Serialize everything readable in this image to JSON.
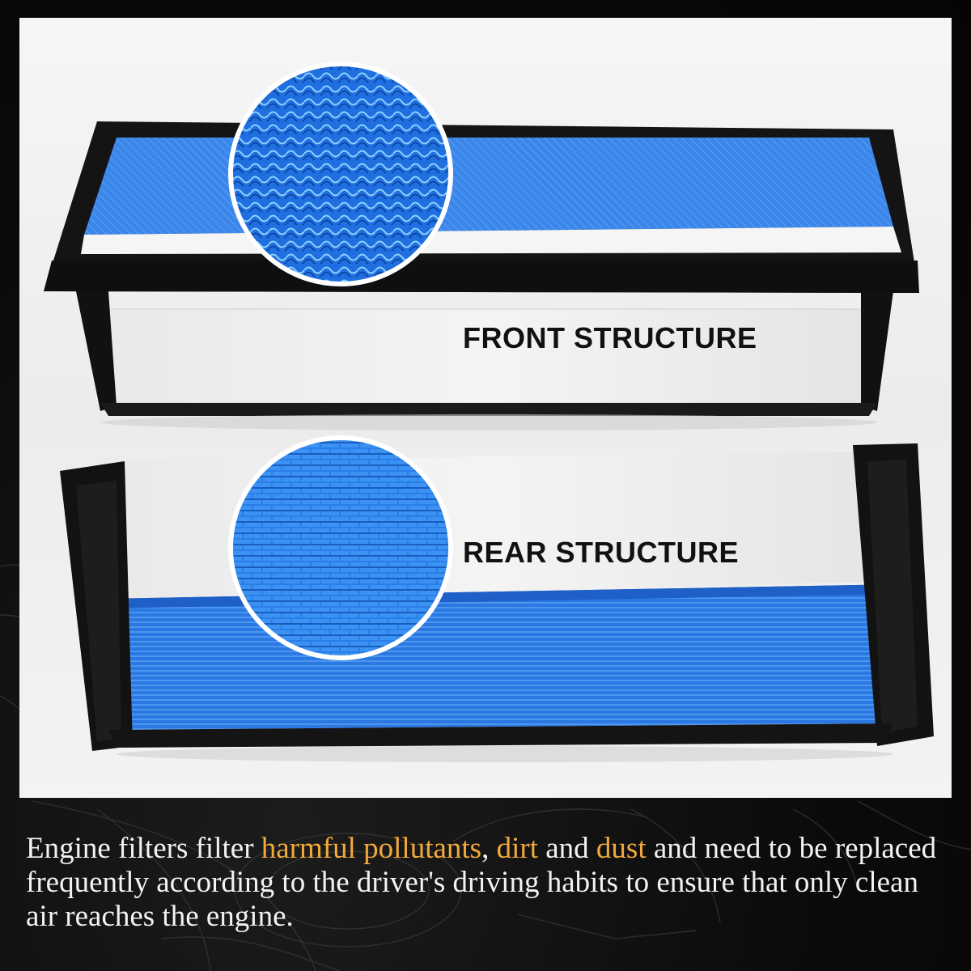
{
  "labels": {
    "front": "FRONT STRUCTURE",
    "rear": "REAR STRUCTURE"
  },
  "caption": {
    "part1": "Engine filters filter ",
    "highlight1": "harmful pollutants",
    "part2": ", ",
    "highlight2": "dirt",
    "part3": " and ",
    "highlight3": "dust",
    "part4": " and  need to be replaced frequently according to the driver's driving habits to ensure that only clean air reaches the engine."
  },
  "colors": {
    "background": "#0b0b0b",
    "panel": "#f0f0f0",
    "filter_blue": "#2f7fe6",
    "frame": "#101010",
    "highlight": "#f2a93b",
    "caption_text": "#f2f2f2"
  },
  "icons": {
    "front_zoom": "pleat-wave-zoom",
    "rear_zoom": "pleat-grid-zoom"
  }
}
